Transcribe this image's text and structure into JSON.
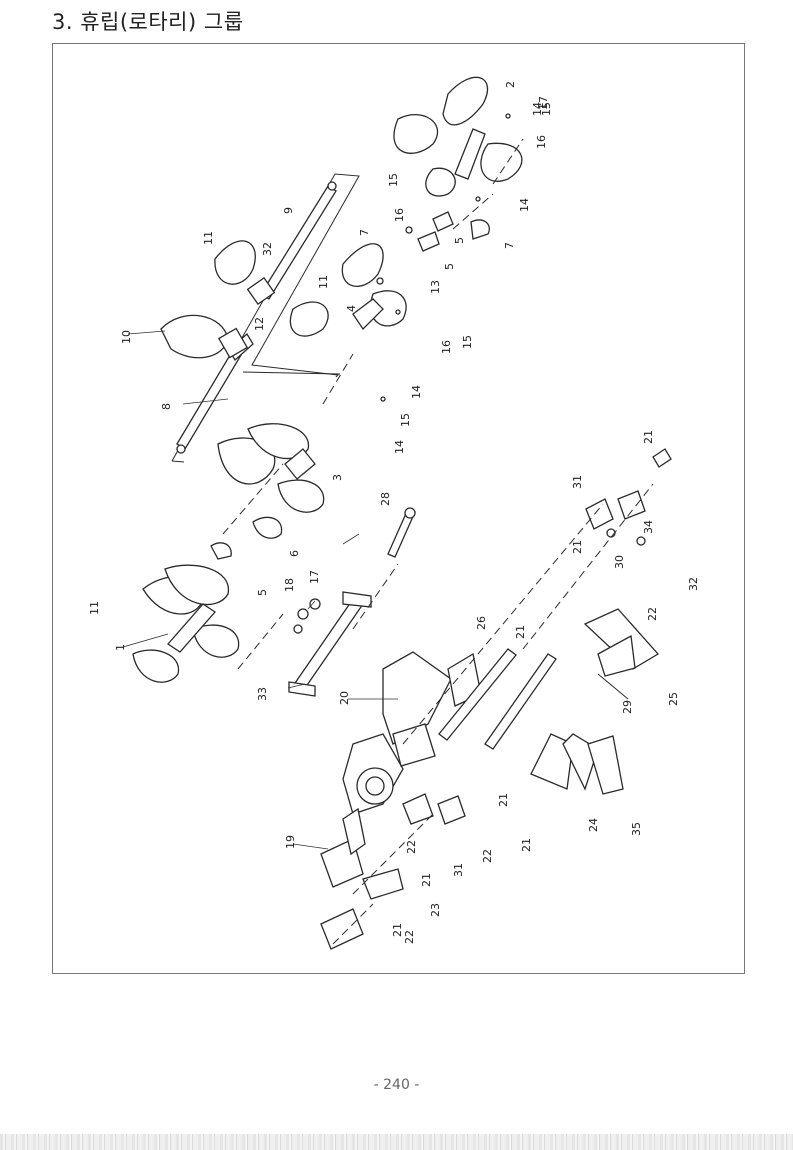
{
  "page": {
    "heading": "3. 휴립(로타리) 그룹",
    "page_number": "- 240 -"
  },
  "diagram": {
    "callouts": [
      "1",
      "2",
      "3",
      "4",
      "5",
      "5",
      "5",
      "6",
      "7",
      "7",
      "8",
      "9",
      "10",
      "11",
      "11",
      "11",
      "12",
      "13",
      "14",
      "14",
      "14",
      "14",
      "15",
      "15",
      "15",
      "15",
      "16",
      "16",
      "16",
      "17",
      "17",
      "18",
      "19",
      "20",
      "21",
      "21",
      "21",
      "21",
      "21",
      "21",
      "21",
      "22",
      "22",
      "22",
      "22",
      "23",
      "24",
      "25",
      "26",
      "28",
      "29",
      "30",
      "31",
      "31",
      "32",
      "32",
      "33",
      "34",
      "35"
    ]
  }
}
